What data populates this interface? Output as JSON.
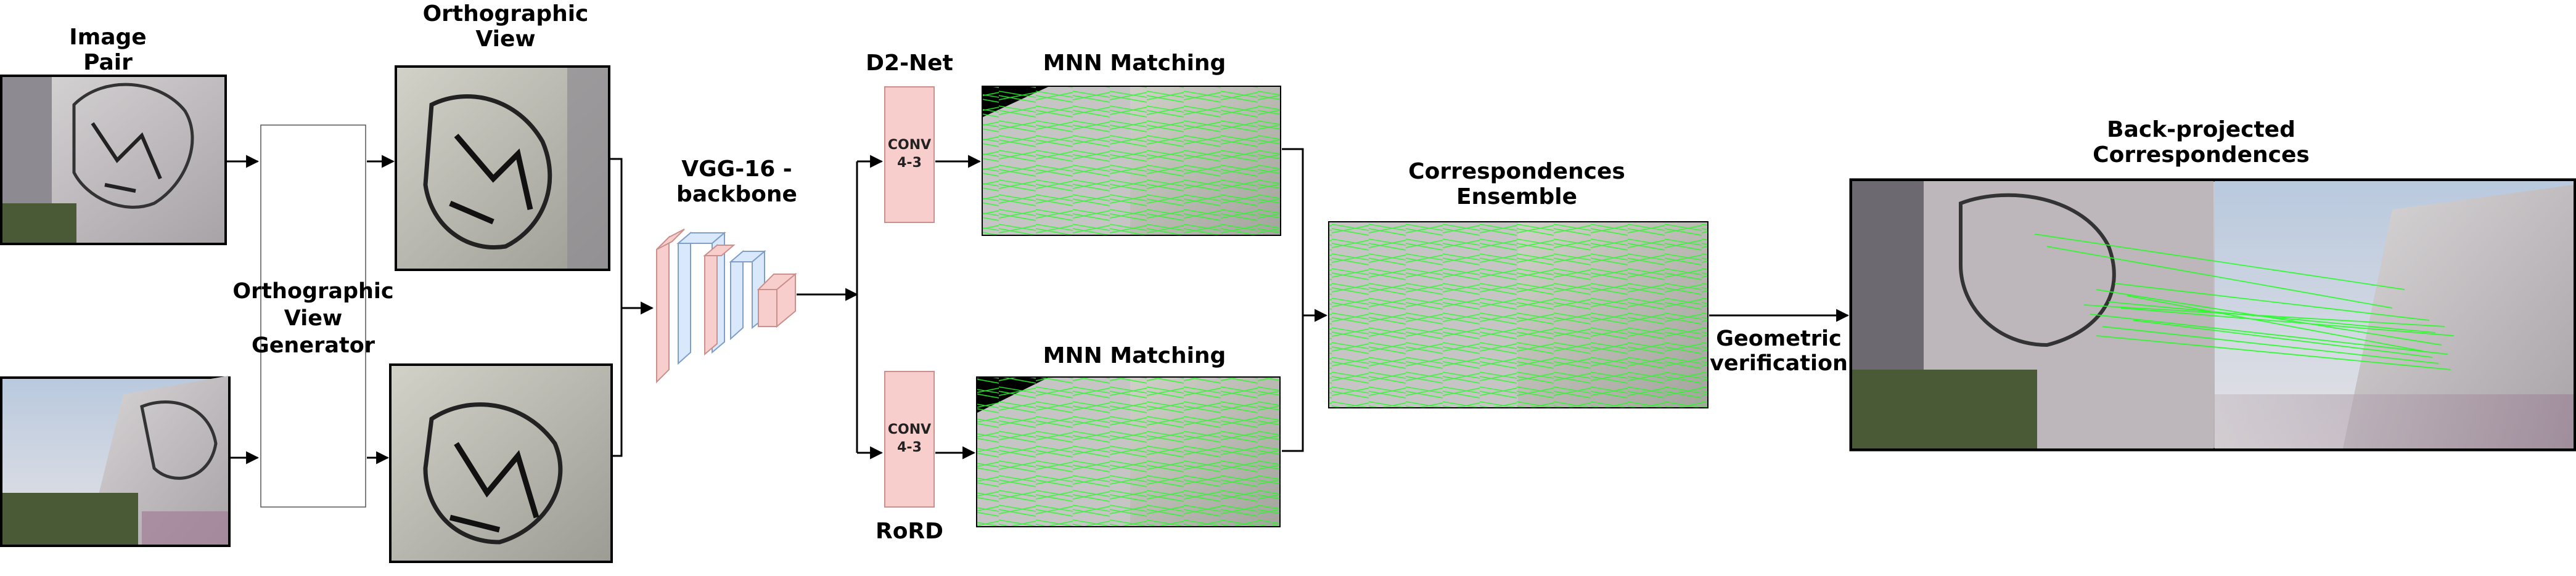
{
  "labels": {
    "image_pair": [
      "Image",
      "Pair"
    ],
    "orthographic_view": [
      "Orthographic",
      "View"
    ],
    "generator": [
      "Orthographic",
      "View",
      "Generator"
    ],
    "vgg_backbone": [
      "VGG-16 -",
      "backbone"
    ],
    "d2net": "D2-Net",
    "rord": "RoRD",
    "conv_block": [
      "CONV",
      "4-3"
    ],
    "mnn_matching": "MNN Matching",
    "ensemble": [
      "Correspondences",
      "Ensemble"
    ],
    "geometric_verification": [
      "Geometric",
      "verification"
    ],
    "back_projected": [
      "Back-projected",
      "Correspondences"
    ]
  },
  "colors": {
    "arrow": "#000000",
    "block_pink": "#f8cecc",
    "block_pink_border": "#c9908d",
    "block_blue": "#dae8fc",
    "block_blue_border": "#7f9fc9",
    "match_lines": "#22ff22",
    "photo_wall": "#c7c4c6",
    "photo_sky": "#a9b8cc",
    "photo_foliage": "#4b5a36"
  }
}
